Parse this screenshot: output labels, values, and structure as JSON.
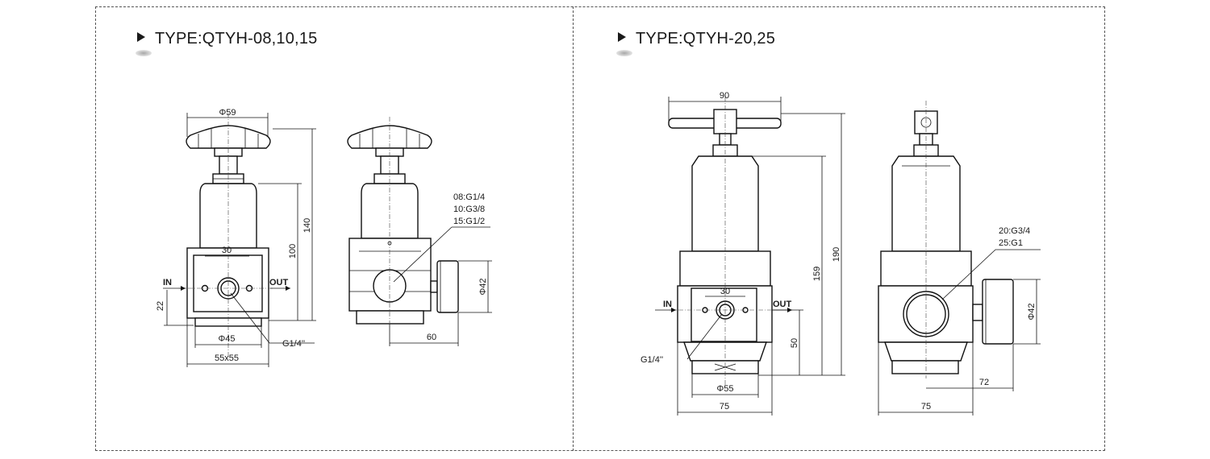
{
  "panels": [
    {
      "title": "TYPE:QTYH-08,10,15",
      "labels": {
        "knob_dia": "Φ59",
        "height_total": "140",
        "height_body": "100",
        "port_spacing": "30",
        "in": "IN",
        "out": "OUT",
        "offset": "22",
        "base_dia": "Φ45",
        "base_square": "55x55",
        "gauge_port": "G1/4''",
        "port_08": "08:G1/4",
        "port_10": "10:G3/8",
        "port_15": "15:G1/2",
        "gauge_dia": "Φ42",
        "side_width": "60"
      }
    },
    {
      "title": "TYPE:QTYH-20,25",
      "labels": {
        "handle_width": "90",
        "height_total": "190",
        "height_body": "159",
        "port_spacing": "30",
        "in": "IN",
        "out": "OUT",
        "gauge_port": "G1/4''",
        "port_height": "50",
        "base_dia": "Φ55",
        "body_width": "75",
        "port_20": "20:G3/4",
        "port_25": "25:G1",
        "gauge_dia": "Φ42",
        "gauge_offset": "72",
        "side_width": "75"
      }
    }
  ]
}
